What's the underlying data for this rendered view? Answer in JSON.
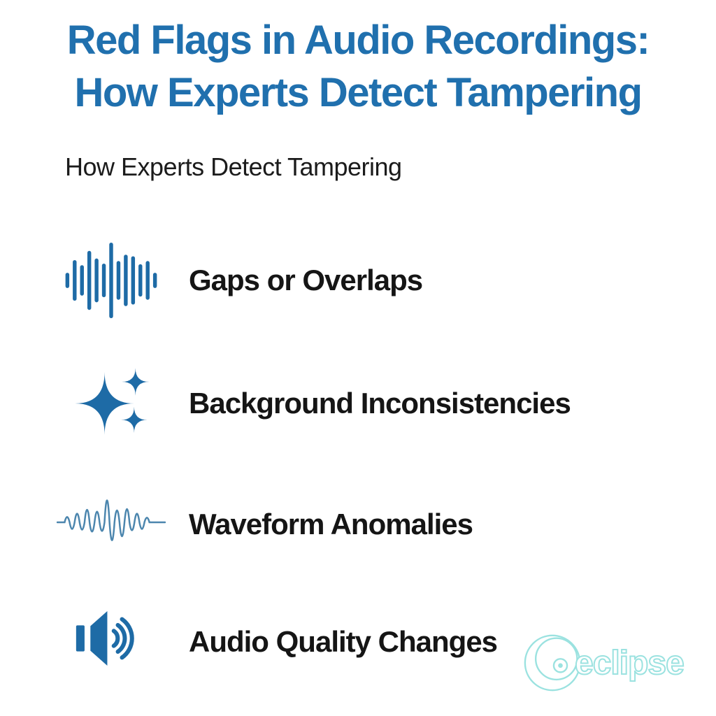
{
  "page": {
    "background": "#ffffff"
  },
  "colors": {
    "page_bg": "#ffffff",
    "title_blue": "#2070ae",
    "icon_blue": "#1e6ba6",
    "waveline_blue": "#4c86ae",
    "text_dark": "#151515",
    "watermark_teal": "#8adedb"
  },
  "header": {
    "title_line1": "Red Flags in Audio Recordings:",
    "title_line2": "How Experts Detect Tampering",
    "subtitle": "How Experts Detect Tampering"
  },
  "items": [
    {
      "icon": "audio-bars-icon",
      "label": "Gaps or Overlaps"
    },
    {
      "icon": "sparkles-icon",
      "label": "Background Inconsistencies"
    },
    {
      "icon": "waveform-line-icon",
      "label": "Waveform Anomalies"
    },
    {
      "icon": "speaker-volume-icon",
      "label": "Audio Quality Changes"
    }
  ],
  "watermark": {
    "brand": "eclipse"
  }
}
